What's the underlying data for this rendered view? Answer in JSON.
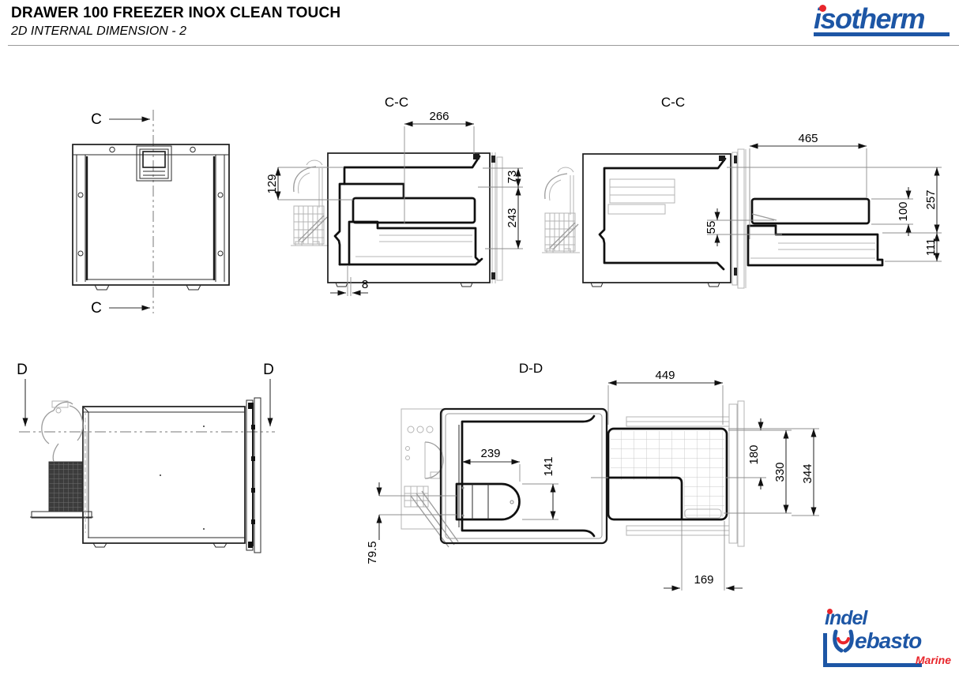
{
  "header": {
    "title": "DRAWER 100 FREEZER INOX CLEAN TOUCH",
    "subtitle": "2D INTERNAL DIMENSION - 2"
  },
  "branding": {
    "isotherm": {
      "name": "isotherm"
    },
    "indel_webasto": {
      "indel": "indel",
      "webasto_full": "Webasto",
      "webasto_w_rest": "ebasto",
      "marine": "Marine"
    }
  },
  "colors": {
    "brand_blue": "#1d56a5",
    "brand_red": "#e8262c",
    "line_black": "#1a1a1a",
    "ghost_gray": "#b4b4b4",
    "dim_gray": "#8f8f8f"
  },
  "views": {
    "front": {
      "section_letter": "C"
    },
    "cc_closed": {
      "label": "C-C",
      "dims": {
        "top_width": "266",
        "front_top_height": "73",
        "rear_top_height": "129",
        "front_height": "243",
        "bottom_offset": "8"
      }
    },
    "cc_open": {
      "label": "C-C",
      "dims": {
        "slide_extension": "465",
        "front_total_height": "257",
        "basket_height": "100",
        "rim_gap": "55",
        "drawer_front_height": "111"
      }
    },
    "side": {
      "section_letter": "D"
    },
    "dd": {
      "label": "D-D",
      "dims": {
        "drawer_width": "449",
        "evaporator_length": "239",
        "evaporator_width": "141",
        "rear_offset": "79.5",
        "basket_upper_depth": "180",
        "basket_depth": "330",
        "drawer_depth": "344",
        "notch_width": "169"
      }
    }
  }
}
